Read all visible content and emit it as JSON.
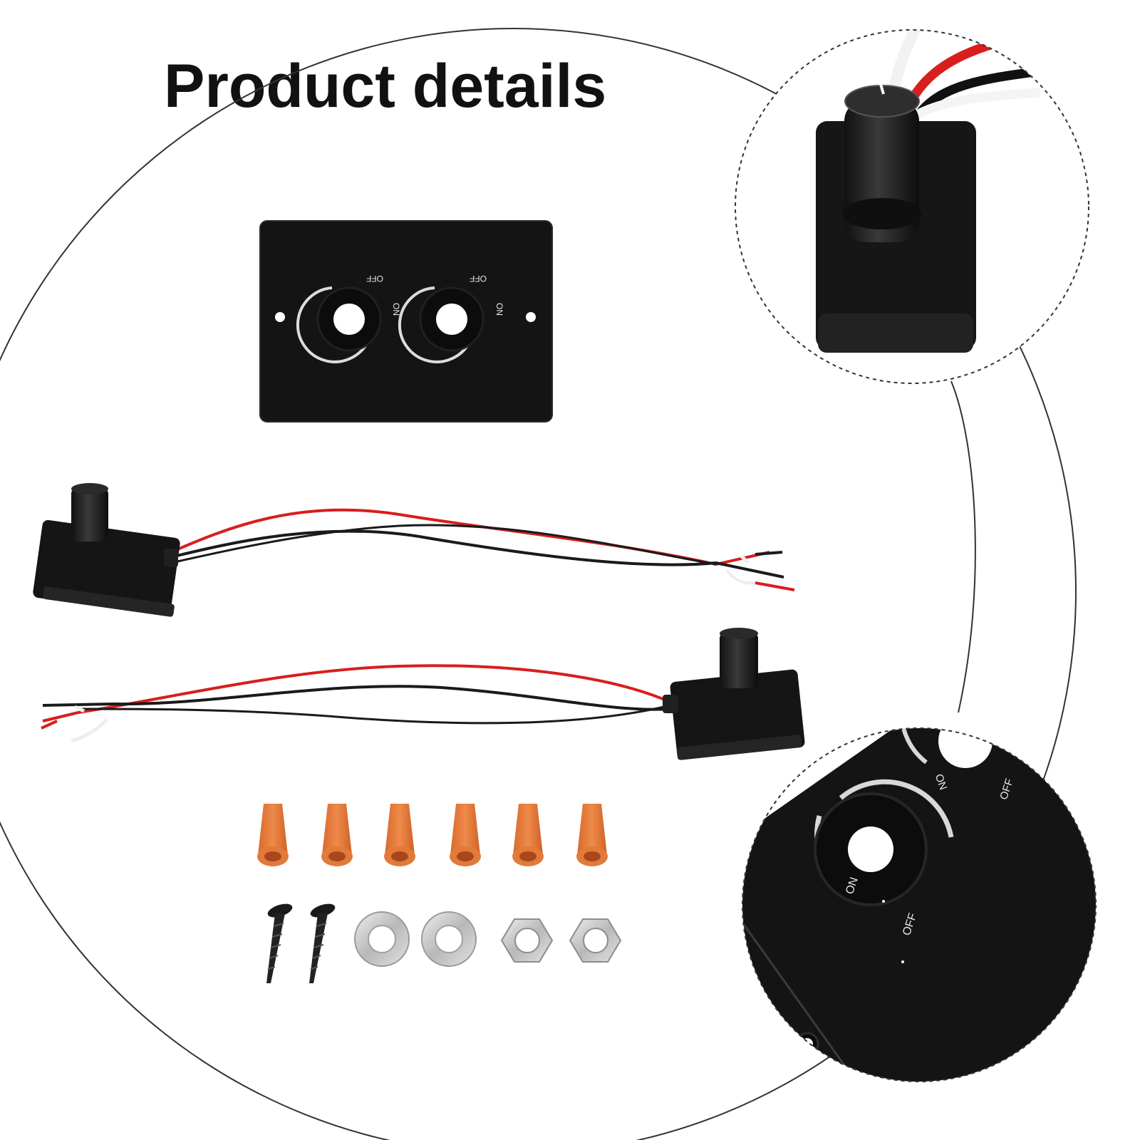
{
  "title": "Product details",
  "panel": {
    "knob1_off": "OFF",
    "knob1_on": "ON",
    "knob2_off": "OFF",
    "knob2_on": "ON"
  },
  "zoom": {
    "on_upper": "ON",
    "off_upper": "OFF",
    "on_lower": "ON",
    "off_lower": "OFF"
  },
  "colors": {
    "panel_black": "#141414",
    "wire_red": "#d81e1e",
    "wire_black": "#1a1a1a",
    "connector_orange": "#e0783a",
    "metal_silver": "#c8c8c8"
  }
}
